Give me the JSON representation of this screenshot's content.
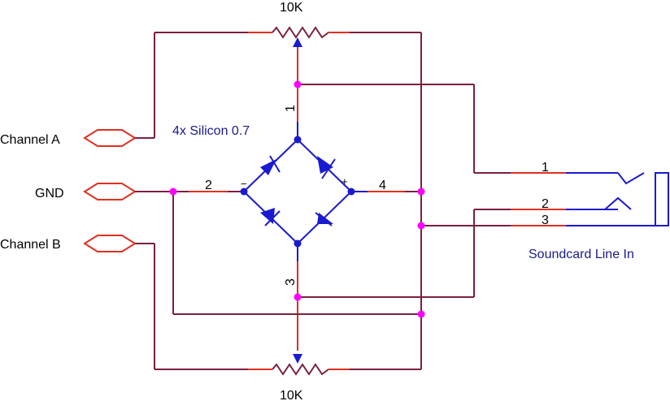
{
  "colors": {
    "wire": "#7a1f3d",
    "pin": "#e03020",
    "component": "#1a1ad0",
    "junction": "#ff00ff",
    "text": "#000000",
    "note": "#1a1a8c"
  },
  "labels": {
    "pot_top": "10K",
    "pot_bottom": "10K",
    "channel_a": "Channel A",
    "gnd": "GND",
    "channel_b": "Channel B",
    "bridge_note": "4x Silicon 0.7",
    "minus": "−",
    "plus": "+",
    "soundcard": "Soundcard Line In"
  },
  "pins": {
    "bridge_1": "1",
    "bridge_2": "2",
    "bridge_3": "3",
    "bridge_4": "4",
    "jack_1": "1",
    "jack_2": "2",
    "jack_3": "3"
  }
}
